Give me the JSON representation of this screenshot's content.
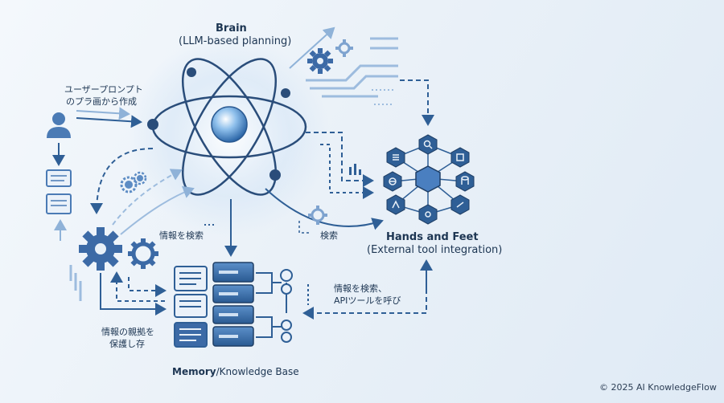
{
  "brain": {
    "title": "Brain",
    "subtitle": "(LLM-based planning)"
  },
  "hands": {
    "title": "Hands and Feet",
    "subtitle": "(External tool integration)"
  },
  "memory": {
    "title_bold": "Memory",
    "title_rest": "/Knowledge Base"
  },
  "annotations": {
    "user_prompt_line1": "ユーザープロンプト",
    "user_prompt_line2": "のプラ画から作成",
    "search_info": "情報を検索",
    "search": "検索",
    "search_api_line1": "情報を検索、",
    "search_api_line2": "APIツールを呼び",
    "save_line1": "情報の親拠を",
    "save_line2": "保護し存"
  },
  "footer": {
    "copyright": "© 2025 AI KnowledgeFlow"
  },
  "colors": {
    "primary": "#2f5f96",
    "dark": "#233f63",
    "light": "#7ea3cf",
    "accent": "#4a7fc0"
  }
}
